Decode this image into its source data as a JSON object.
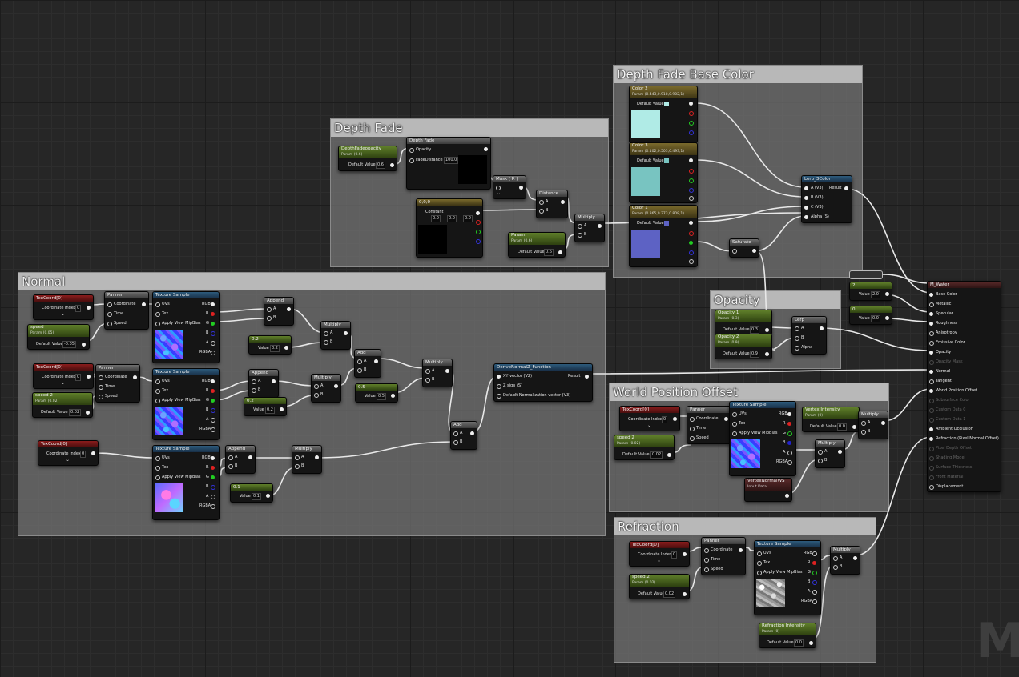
{
  "comments": {
    "depth_fade": "Depth Fade",
    "depth_fade_base_color": "Depth Fade Base Color",
    "normal": "Normal",
    "opacity": "Opacity",
    "world_position_offset": "World Position Offset",
    "refraction": "Refraction"
  },
  "labels": {
    "default_value": "Default Value",
    "coordinate_index": "Coordinate Index",
    "coordinate": "Coordinate",
    "time": "Time",
    "speed": "Speed",
    "uvs": "UVs",
    "tex": "Tex",
    "apply_view_mip_bias": "Apply View MipBias",
    "rgb": "RGB",
    "r": "R",
    "g": "G",
    "b": "B",
    "a": "A",
    "rgba": "RGBA",
    "pin_a": "A",
    "pin_b": "B",
    "pin_alpha": "Alpha",
    "value": "Value",
    "opacity": "Opacity",
    "fade_distance": "FadeDistance",
    "constant": "Constant",
    "result": "Result",
    "a_v3": "A (V3)",
    "b_v3": "B (V3)",
    "c_v3": "C (V3)",
    "alpha_s": "Alpha (S)"
  },
  "nodes": {
    "depth_fade_opacity": {
      "title": "DepthFadeopacity",
      "sub": "Param (0.6)",
      "value": "0.6"
    },
    "depth_fade": {
      "title": "Depth Fade",
      "fade_distance": "100.0"
    },
    "mask_rg": {
      "title": "Mask ( R )"
    },
    "distance": {
      "title": "Distance"
    },
    "constant3": {
      "title": "0,0,0",
      "x": "0.0",
      "y": "0.0",
      "z": "0.0"
    },
    "param_fade": {
      "title": "Param",
      "sub": "Param (0.6)",
      "value": "0.6"
    },
    "multiply_df": {
      "title": "Multiply"
    },
    "color2": {
      "title": "Color 2",
      "sub": "Param (0.443,0.918,0.902,1)"
    },
    "color3": {
      "title": "Color 3",
      "sub": "Param (0.102,0.503,0.493,1)"
    },
    "color1": {
      "title": "Color 1",
      "sub": "Param (0.365,0.373,0.808,1)"
    },
    "lerp3": {
      "title": "Lerp_3Color"
    },
    "saturate": {
      "title": "Saturate"
    },
    "reroute": {
      "title": ""
    },
    "scalar2": {
      "title": "2",
      "value": "2.0"
    },
    "scalar0": {
      "title": "0",
      "value": "0.0"
    },
    "opacity1": {
      "title": "Opacity 1",
      "sub": "Param (0.3)",
      "value": "0.3"
    },
    "opacity2": {
      "title": "Opacity 2",
      "sub": "Param (0.9)",
      "value": "0.9"
    },
    "lerp": {
      "title": "Lerp"
    },
    "texcoord_n1": {
      "title": "TexCoord[0]",
      "index": "0"
    },
    "speed_n1": {
      "title": "speed",
      "sub": "Param (0.05)",
      "value": "-0.05"
    },
    "panner_n1": {
      "title": "Panner"
    },
    "texsample_n1": {
      "title": "Texture Sample"
    },
    "append_n1": {
      "title": "Append"
    },
    "p02_n1": {
      "title": "0.2",
      "value": "0.2"
    },
    "multiply_n1": {
      "title": "Multiply"
    },
    "texcoord_n2": {
      "title": "TexCoord[0]",
      "index": "0"
    },
    "speed_n2": {
      "title": "speed 2",
      "sub": "Param (0.02)",
      "value": "0.02"
    },
    "panner_n2": {
      "title": "Panner"
    },
    "texsample_n2": {
      "title": "Texture Sample"
    },
    "append_n2": {
      "title": "Append"
    },
    "p02_n2": {
      "title": "0.2",
      "value": "0.2"
    },
    "multiply_n2": {
      "title": "Multiply"
    },
    "add_n": {
      "title": "Add"
    },
    "p05": {
      "title": "0.5",
      "value": "0.5"
    },
    "multiply_n3": {
      "title": "Multiply"
    },
    "texcoord_n3": {
      "title": "TexCoord[0]",
      "index": "0"
    },
    "texsample_n3": {
      "title": "Texture Sample"
    },
    "append_n3": {
      "title": "Append"
    },
    "multiply_n4": {
      "title": "Multiply"
    },
    "p01": {
      "title": "0.1",
      "value": "0.1"
    },
    "add_n2": {
      "title": "Add"
    },
    "derive_normal": {
      "title": "DeriveNormalZ_Function",
      "xy": "XY vector (V2)",
      "zsign": "Z sign (S)",
      "norm": "Default Normalization vector (V3)"
    },
    "texcoord_w": {
      "title": "TexCoord[0]",
      "index": "0"
    },
    "speed_w": {
      "title": "speed 2",
      "sub": "Param (0.02)",
      "value": "0.02"
    },
    "panner_w": {
      "title": "Panner"
    },
    "texsample_w": {
      "title": "Texture Sample"
    },
    "vertex_intensity": {
      "title": "Vertex Intensity",
      "sub": "Param (0)",
      "value": "0.0"
    },
    "multiply_w1": {
      "title": "Multiply"
    },
    "multiply_w2": {
      "title": "Multiply"
    },
    "vertex_normal": {
      "title": "VertexNormalWS",
      "sub": "Input Data"
    },
    "texcoord_r": {
      "title": "TexCoord[0]",
      "index": "0"
    },
    "speed_r": {
      "title": "speed 2",
      "sub": "Param (0.02)",
      "value": "0.02"
    },
    "panner_r": {
      "title": "Panner"
    },
    "texsample_r": {
      "title": "Texture Sample"
    },
    "refraction_intensity": {
      "title": "Refraction Intensity",
      "sub": "Param (0)",
      "value": "0.0"
    },
    "multiply_r": {
      "title": "Multiply"
    }
  },
  "material": {
    "title": "M_Water",
    "inputs": [
      {
        "label": "Base Color",
        "enabled": true
      },
      {
        "label": "Metallic",
        "enabled": true
      },
      {
        "label": "Specular",
        "enabled": true
      },
      {
        "label": "Roughness",
        "enabled": true
      },
      {
        "label": "Anisotropy",
        "enabled": true
      },
      {
        "label": "Emissive Color",
        "enabled": true
      },
      {
        "label": "Opacity",
        "enabled": true
      },
      {
        "label": "Opacity Mask",
        "enabled": false
      },
      {
        "label": "Normal",
        "enabled": true
      },
      {
        "label": "Tangent",
        "enabled": true
      },
      {
        "label": "World Position Offset",
        "enabled": true
      },
      {
        "label": "Subsurface Color",
        "enabled": false
      },
      {
        "label": "Custom Data 0",
        "enabled": false
      },
      {
        "label": "Custom Data 1",
        "enabled": false
      },
      {
        "label": "Ambient Occlusion",
        "enabled": true
      },
      {
        "label": "Refraction (Pixel Normal Offset)",
        "enabled": true
      },
      {
        "label": "Pixel Depth Offset",
        "enabled": false
      },
      {
        "label": "Shading Model",
        "enabled": false
      },
      {
        "label": "Surface Thickness",
        "enabled": false
      },
      {
        "label": "Front Material",
        "enabled": false
      },
      {
        "label": "Displacement",
        "enabled": true
      }
    ]
  },
  "colors": {
    "color2": "#b0ebe6",
    "color3": "#78c4c1",
    "color1": "#5d62c4"
  },
  "watermark": "M"
}
